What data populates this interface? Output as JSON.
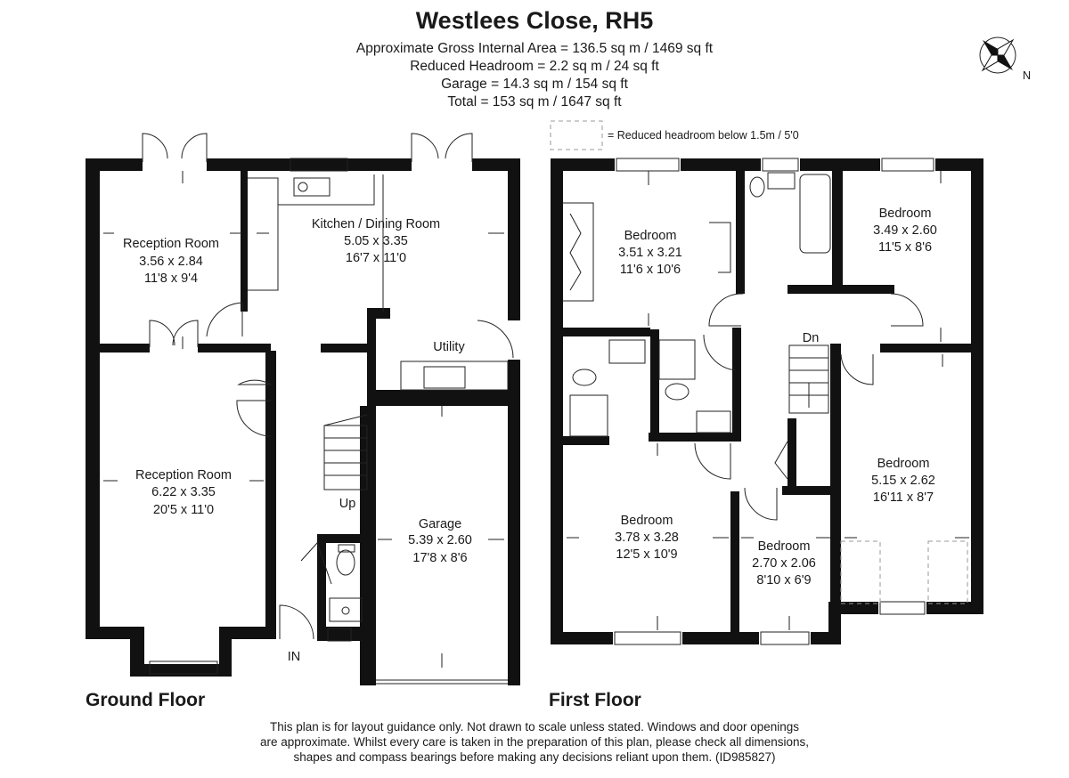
{
  "header": {
    "title": "Westlees Close, RH5",
    "areas": [
      "Approximate Gross Internal Area = 136.5 sq m / 1469 sq ft",
      "Reduced Headroom = 2.2 sq m / 24 sq ft",
      "Garage = 14.3 sq m / 154 sq ft",
      "Total = 153 sq m / 1647 sq ft"
    ]
  },
  "compass": {
    "label": "N"
  },
  "legend": {
    "text": "= Reduced headroom below 1.5m / 5'0"
  },
  "ground_floor": {
    "label": "Ground Floor",
    "rooms": [
      {
        "name": "Reception Room",
        "metric": "3.56 x 2.84",
        "imperial": "11'8 x 9'4"
      },
      {
        "name": "Kitchen / Dining Room",
        "metric": "5.05 x 3.35",
        "imperial": "16'7 x 11'0"
      },
      {
        "name": "Utility"
      },
      {
        "name": "Reception Room",
        "metric": "6.22 x 3.35",
        "imperial": "20'5 x 11'0"
      },
      {
        "name": "Garage",
        "metric": "5.39 x 2.60",
        "imperial": "17'8 x 8'6"
      }
    ],
    "stairs_label": "Up",
    "entrance_label": "IN"
  },
  "first_floor": {
    "label": "First Floor",
    "rooms": [
      {
        "name": "Bedroom",
        "metric": "3.51 x 3.21",
        "imperial": "11'6 x 10'6"
      },
      {
        "name": "Bedroom",
        "metric": "3.49 x 2.60",
        "imperial": "11'5 x 8'6"
      },
      {
        "name": "Bedroom",
        "metric": "5.15 x 2.62",
        "imperial": "16'11 x 8'7"
      },
      {
        "name": "Bedroom",
        "metric": "3.78 x 3.28",
        "imperial": "12'5 x 10'9"
      },
      {
        "name": "Bedroom",
        "metric": "2.70 x 2.06",
        "imperial": "8'10 x 6'9"
      }
    ],
    "stairs_label": "Dn"
  },
  "disclaimer": [
    "This plan is for layout guidance only. Not drawn to scale unless stated. Windows and door openings",
    "are approximate. Whilst every care is taken in the preparation of this plan, please check all dimensions,",
    "shapes and compass bearings before making any decisions reliant upon them. (ID985827)"
  ]
}
